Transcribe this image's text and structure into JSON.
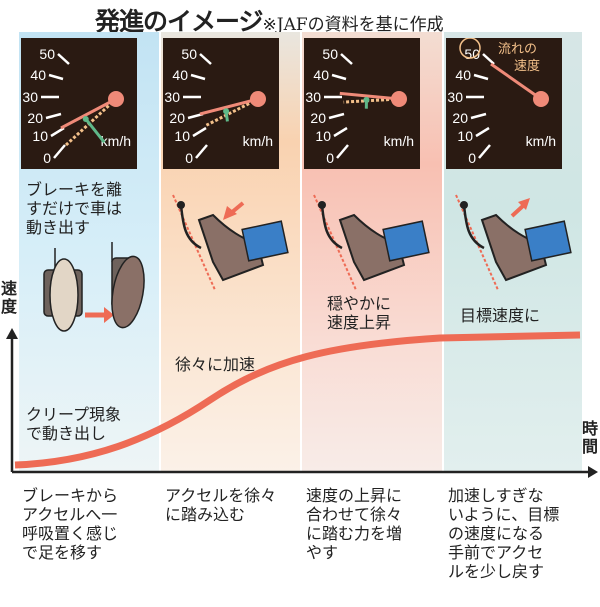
{
  "title": {
    "main": "発進のイメージ",
    "note": "※JAFの資料を基に作成"
  },
  "gauge": {
    "ticks": [
      "0",
      "10",
      "20",
      "30",
      "40",
      "50"
    ],
    "unit": "km/h"
  },
  "stages": [
    {
      "solid": 10,
      "dotted": 0,
      "caption": [
        "ブレーキを離",
        "すだけで車は",
        "動き出す"
      ],
      "curve_label": [
        "クリープ現象",
        "で動き出し"
      ],
      "description": [
        "ブレーキから",
        "アクセルへ一",
        "呼吸置く感じ",
        "で足を移す"
      ]
    },
    {
      "solid": 20,
      "dotted": 12,
      "curve_label": [
        "徐々に加速"
      ],
      "description": [
        "アクセルを徐々",
        "に踏み込む"
      ]
    },
    {
      "solid": 32,
      "dotted": 27,
      "curve_label": [
        "穏やかに",
        "速度上昇"
      ],
      "description": [
        "速度の上昇に",
        "合わせて徐々",
        "に踏む力を増",
        "やす"
      ]
    },
    {
      "solid": 50,
      "dotted": null,
      "flow_label": [
        "流れの",
        "速度"
      ],
      "curve_label": [
        "目標速度に"
      ],
      "description": [
        "加速しすぎな",
        "いように、目標",
        "の速度になる",
        "手前でアクセ",
        "ルを少し戻す"
      ]
    }
  ],
  "axes": {
    "y": "速度",
    "x": "時間"
  },
  "colors": {
    "needle": "#ef8a78",
    "curve": "#ee6b55",
    "arrow": "#5fb889",
    "dotted": "#f3c08a",
    "gauge_bg": "#2a1a12",
    "shoe": "#8a7067",
    "sock": "#3a7fc7"
  }
}
